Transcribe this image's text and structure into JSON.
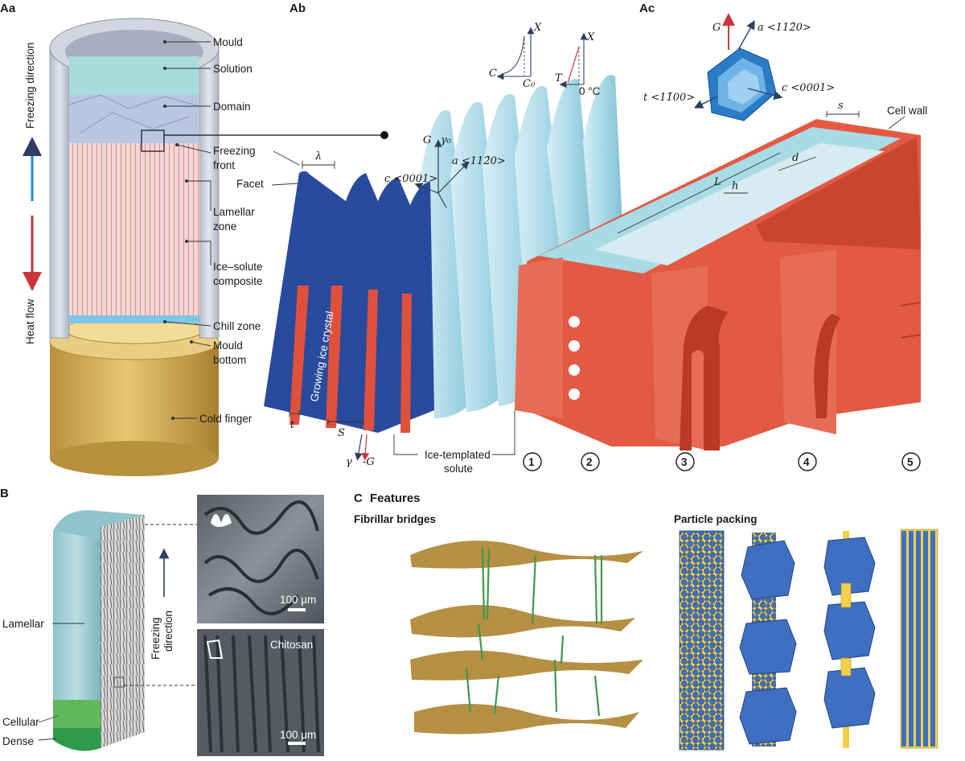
{
  "panels": {
    "Aa": "Aa",
    "Ab": "Ab",
    "Ac": "Ac",
    "B": "B",
    "C": "C",
    "C_title": "Features"
  },
  "aa": {
    "mould": "Mould",
    "solution": "Solution",
    "domain": "Domain",
    "freezing_front_1": "Freezing",
    "freezing_front_2": "front",
    "lamellar_1": "Lamellar",
    "lamellar_2": "zone",
    "composite_1": "Ice–solute",
    "composite_2": "composite",
    "chill": "Chill zone",
    "mould_bottom_1": "Mould",
    "mould_bottom_2": "bottom",
    "cold_finger": "Cold finger",
    "freezing_direction": "Freezing direction",
    "heat_flow": "Heat flow"
  },
  "ab": {
    "facet": "Facet",
    "lambda": "λ",
    "growing": "Growing ice crystal",
    "t": "t",
    "S": "S",
    "gamma": "γ",
    "minusG": "-G",
    "solute_1": "Ice-templated",
    "solute_2": "solute",
    "G": "G",
    "gamma0": "γ₀",
    "a_axis": "a <112̄0>",
    "c_axis": "c <0001>",
    "C": "C",
    "C0": "C₀",
    "X1": "X",
    "X2": "X",
    "T": "T",
    "zero": "0 °C"
  },
  "ac": {
    "G": "G",
    "a_axis": "a <112̄0>",
    "c_axis": "c <0001>",
    "t_axis": "t <11̄00>",
    "cell_wall": "Cell wall",
    "s": "s",
    "d": "d",
    "L": "L",
    "h": "h",
    "numbers": [
      "1",
      "2",
      "3",
      "4",
      "5"
    ]
  },
  "b": {
    "lamellar": "Lamellar",
    "cellular": "Cellular",
    "dense": "Dense",
    "freezing_1": "Freezing",
    "freezing_2": "direction",
    "scale1": "100 μm",
    "scale2": "100 μm",
    "chitosan": "Chitosan"
  },
  "c": {
    "fibrillar": "Fibrillar bridges",
    "particle": "Particle packing"
  },
  "colors": {
    "ice": "#a8dbe6",
    "solute": "#e0513c",
    "crystal": "#2a4b9d",
    "mould": "#c9ccd6",
    "cold_finger": "#d7b25a",
    "sheet": "#b58f44",
    "fibril": "#3f9a4a",
    "particle": "#3f6fc1",
    "binder": "#f2d04a"
  }
}
